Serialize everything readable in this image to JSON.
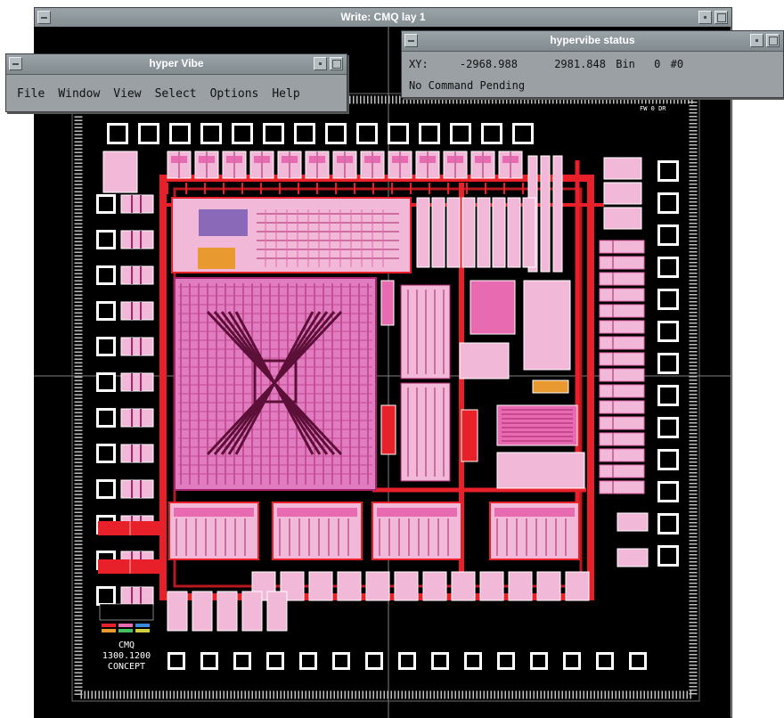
{
  "main_window": {
    "title": "Write: CMQ lay 1",
    "chip_label_lines": [
      "CMQ",
      "1300.1200",
      "CONCEPT"
    ],
    "corner_label": "FW 0 DR"
  },
  "hypervibe_window": {
    "title": "hyper Vibe",
    "menu": [
      "File",
      "Window",
      "View",
      "Select",
      "Options",
      "Help"
    ]
  },
  "status_window": {
    "title": "hypervibe status",
    "xy_label": "XY:",
    "x_value": "-2968.988",
    "y_value": "2981.848",
    "bin_label": "Bin",
    "bin_value": "0",
    "bin_extra": "#0",
    "command_status": "No Command Pending"
  },
  "colors": {
    "background": "#000000",
    "metal_red": "#e8202a",
    "poly_pink": "#e86ab0",
    "light_pink": "#f2b8d8",
    "window_gray": "#9aa0a4"
  }
}
